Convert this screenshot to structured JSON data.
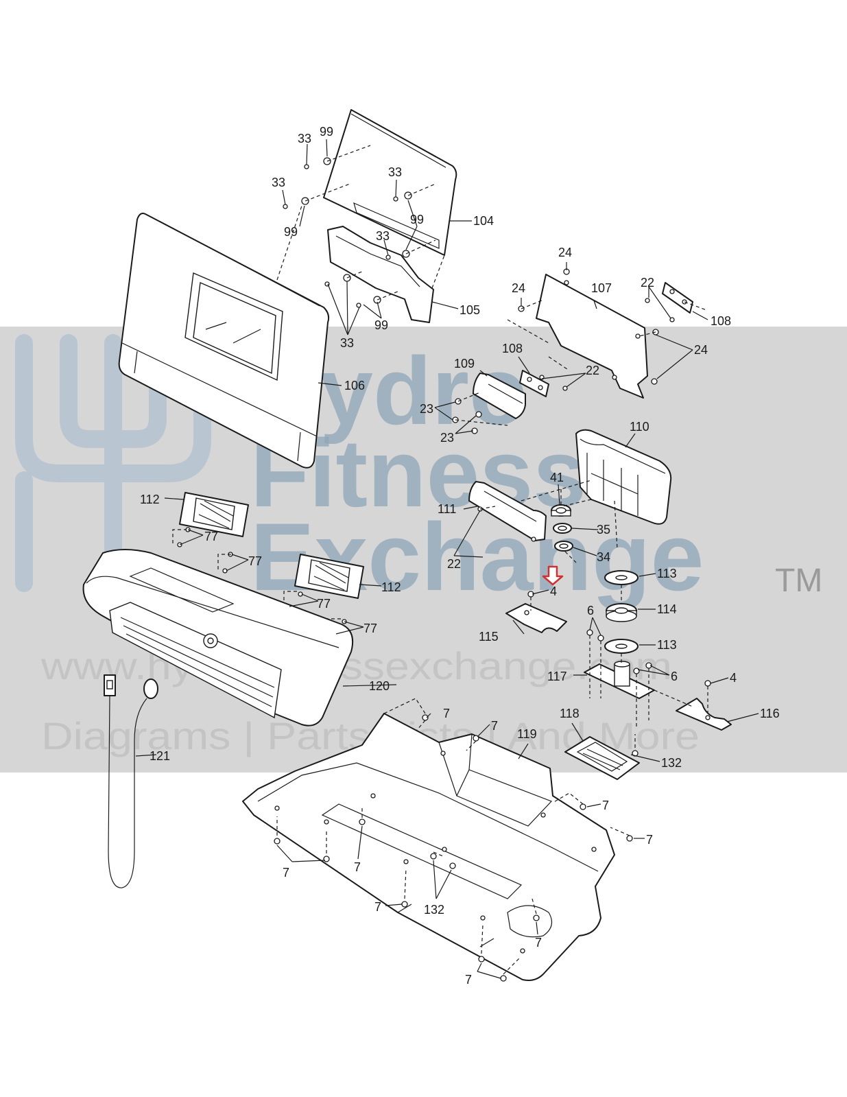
{
  "watermark": {
    "line1": "Hydro",
    "line2": "Fitness",
    "line3": "Exchange",
    "trademark": "TM",
    "url": "www.hydrafitnessexchange.com",
    "tagline": "Diagrams | Parts Lists | And More",
    "band_color": "#d6d6d6",
    "text_color": "#8fa6b8"
  },
  "arrow_color": "#d32f2f",
  "callouts": [
    {
      "id": "c1",
      "text": "33"
    },
    {
      "id": "c2",
      "text": "99"
    },
    {
      "id": "c3",
      "text": "33"
    },
    {
      "id": "c4",
      "text": "33"
    },
    {
      "id": "c5",
      "text": "99"
    },
    {
      "id": "c6",
      "text": "99"
    },
    {
      "id": "c7",
      "text": "104"
    },
    {
      "id": "c8",
      "text": "33"
    },
    {
      "id": "c9",
      "text": "105"
    },
    {
      "id": "c10",
      "text": "99"
    },
    {
      "id": "c11",
      "text": "33"
    },
    {
      "id": "c12",
      "text": "106"
    },
    {
      "id": "c13",
      "text": "24"
    },
    {
      "id": "c14",
      "text": "24"
    },
    {
      "id": "c15",
      "text": "107"
    },
    {
      "id": "c16",
      "text": "22"
    },
    {
      "id": "c17",
      "text": "108"
    },
    {
      "id": "c18",
      "text": "24"
    },
    {
      "id": "c19",
      "text": "108"
    },
    {
      "id": "c20",
      "text": "22"
    },
    {
      "id": "c21",
      "text": "109"
    },
    {
      "id": "c22",
      "text": "23"
    },
    {
      "id": "c23",
      "text": "23"
    },
    {
      "id": "c24",
      "text": "110"
    },
    {
      "id": "c25",
      "text": "41"
    },
    {
      "id": "c26",
      "text": "111"
    },
    {
      "id": "c27",
      "text": "35"
    },
    {
      "id": "c28",
      "text": "34"
    },
    {
      "id": "c29",
      "text": "22"
    },
    {
      "id": "c30",
      "text": "4"
    },
    {
      "id": "c31",
      "text": "113"
    },
    {
      "id": "c32",
      "text": "114"
    },
    {
      "id": "c33",
      "text": "113"
    },
    {
      "id": "c34",
      "text": "6"
    },
    {
      "id": "c35",
      "text": "115"
    },
    {
      "id": "c36",
      "text": "117"
    },
    {
      "id": "c37",
      "text": "6"
    },
    {
      "id": "c38",
      "text": "4"
    },
    {
      "id": "c39",
      "text": "116"
    },
    {
      "id": "c40",
      "text": "112"
    },
    {
      "id": "c41",
      "text": "77"
    },
    {
      "id": "c42",
      "text": "77"
    },
    {
      "id": "c43",
      "text": "112"
    },
    {
      "id": "c44",
      "text": "77"
    },
    {
      "id": "c45",
      "text": "77"
    },
    {
      "id": "c46",
      "text": "120"
    },
    {
      "id": "c47",
      "text": "121"
    },
    {
      "id": "c48",
      "text": "7"
    },
    {
      "id": "c49",
      "text": "7"
    },
    {
      "id": "c50",
      "text": "118"
    },
    {
      "id": "c51",
      "text": "119"
    },
    {
      "id": "c52",
      "text": "132"
    },
    {
      "id": "c53",
      "text": "7"
    },
    {
      "id": "c54",
      "text": "7"
    },
    {
      "id": "c55",
      "text": "7"
    },
    {
      "id": "c56",
      "text": "7"
    },
    {
      "id": "c57",
      "text": "7"
    },
    {
      "id": "c58",
      "text": "132"
    },
    {
      "id": "c59",
      "text": "7"
    },
    {
      "id": "c60",
      "text": "7"
    }
  ]
}
